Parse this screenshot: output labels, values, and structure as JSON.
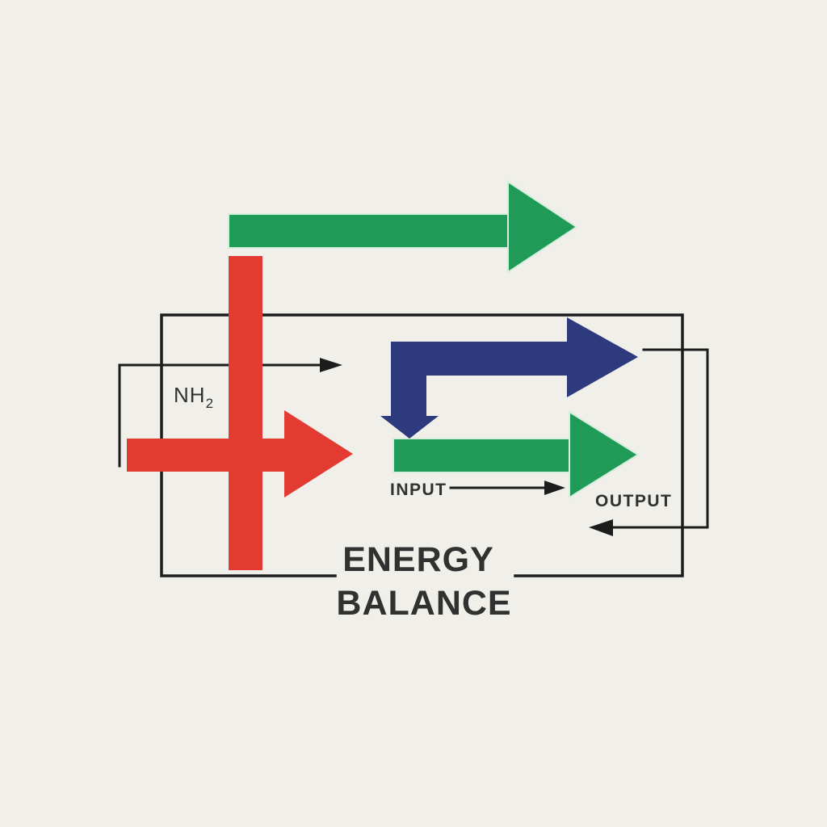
{
  "title": {
    "line1": "ENERGY",
    "line2": "BALANCE"
  },
  "labels": {
    "nh2_base": "NH",
    "nh2_sub": "2",
    "input": "INPUT",
    "output": "OUTPUT"
  },
  "colors": {
    "background": "#f0efea",
    "green": "#1f9b57",
    "green_halo": "#d8eedd",
    "red": "#e33a31",
    "blue": "#2d3a7e",
    "line": "#1c1c1c",
    "text": "#313131"
  }
}
